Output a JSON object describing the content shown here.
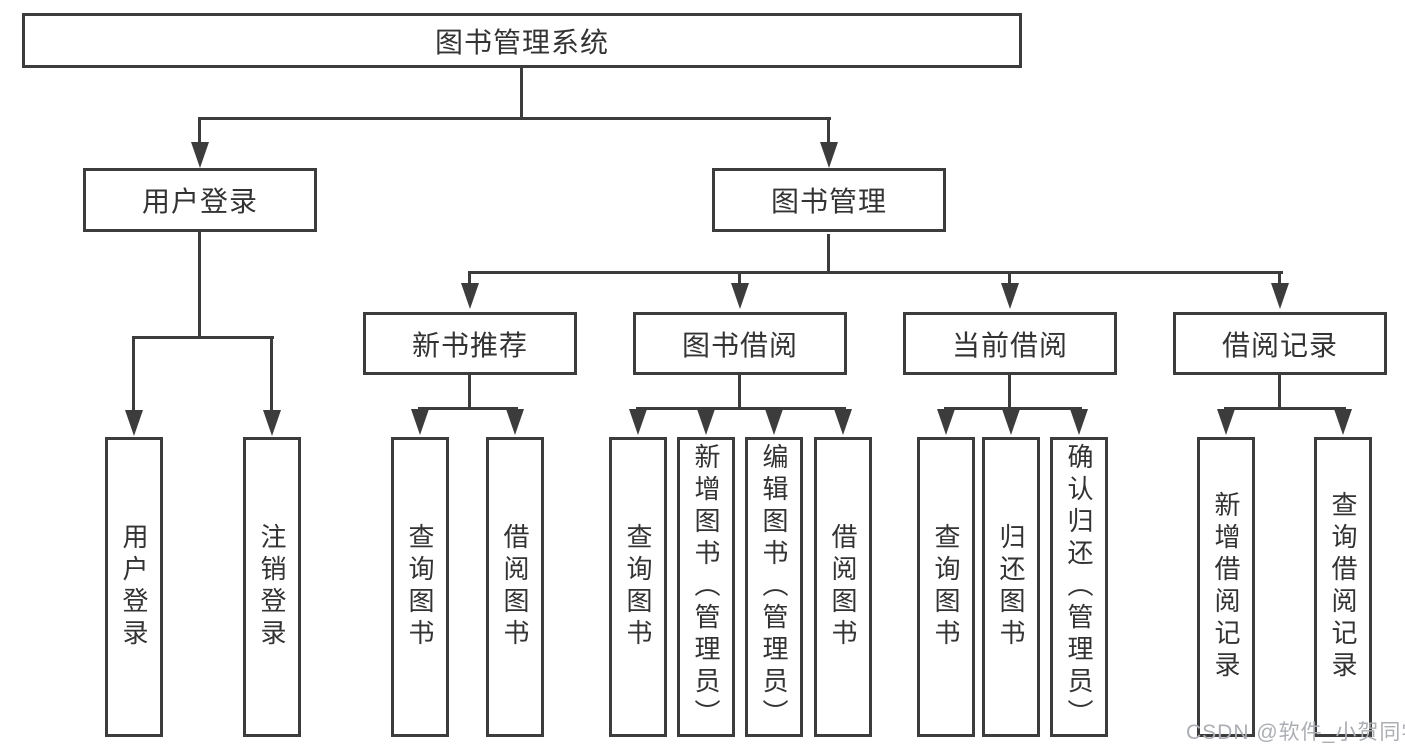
{
  "diagram": {
    "root": {
      "label": "图书管理系统"
    },
    "branches": [
      {
        "label": "用户登录",
        "children": [
          {
            "label": "用户登录"
          },
          {
            "label": "注销登录"
          }
        ]
      },
      {
        "label": "图书管理",
        "children": [
          {
            "label": "新书推荐",
            "children": [
              {
                "label": "查询图书"
              },
              {
                "label": "借阅图书"
              }
            ]
          },
          {
            "label": "图书借阅",
            "children": [
              {
                "label": "查询图书"
              },
              {
                "label": "新增图书（管理员）"
              },
              {
                "label": "编辑图书（管理员）"
              },
              {
                "label": "借阅图书"
              }
            ]
          },
          {
            "label": "当前借阅",
            "children": [
              {
                "label": "查询图书"
              },
              {
                "label": "归还图书"
              },
              {
                "label": "确认归还（管理员）"
              }
            ]
          },
          {
            "label": "借阅记录",
            "children": [
              {
                "label": "新增借阅记录"
              },
              {
                "label": "查询借阅记录"
              }
            ]
          }
        ]
      }
    ]
  },
  "watermark": {
    "text": "CSDN @软件_小贺同学"
  },
  "colors": {
    "line": "#3c3c3c",
    "text": "#333333",
    "watermark": "#abaeb3",
    "background": "#ffffff"
  }
}
